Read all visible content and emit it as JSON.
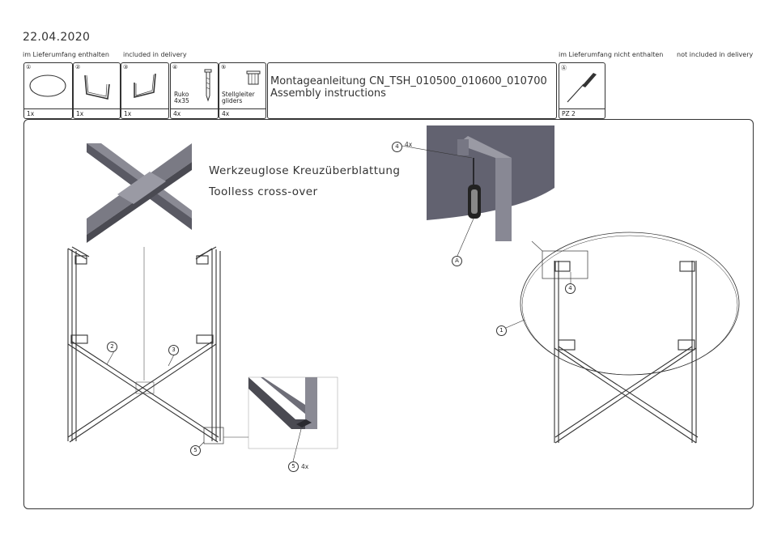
{
  "header": {
    "date": "22.04.2020",
    "included_de": "im Lieferumfang enthalten",
    "included_en": "included in delivery",
    "not_included_de": "im Lieferumfang nicht enthalten",
    "not_included_en": "not included in delivery"
  },
  "parts": [
    {
      "num": "①",
      "qty": "1x"
    },
    {
      "num": "②",
      "qty": "1x"
    },
    {
      "num": "③",
      "qty": "1x"
    },
    {
      "num": "④",
      "label1": "Ruko",
      "label2": "4x35",
      "qty": "4x"
    },
    {
      "num": "⑤",
      "label1": "Stellgleiter",
      "label2": "gliders",
      "qty": "4x"
    }
  ],
  "tool": {
    "num": "Ⓐ",
    "qty": "PZ 2"
  },
  "title": {
    "line1": "Montageanleitung CN_TSH_010500_010600_010700",
    "line2": "Assembly instructions"
  },
  "main": {
    "caption_de": "Werkzeuglose Kreuzüberblattung",
    "caption_en": "Toolless cross-over",
    "callouts": {
      "c2": "2",
      "c3": "3",
      "c5a": "5",
      "c5b": "5",
      "c5b_qty": "4x",
      "c4a": "4",
      "c4a_qty": "4x",
      "cA": "A",
      "c4b": "4",
      "c1": "1"
    }
  },
  "colors": {
    "line": "#333333",
    "detail_dark": "#4a4a52",
    "detail_mid": "#6e6e78",
    "detail_light": "#a0a0aa"
  }
}
